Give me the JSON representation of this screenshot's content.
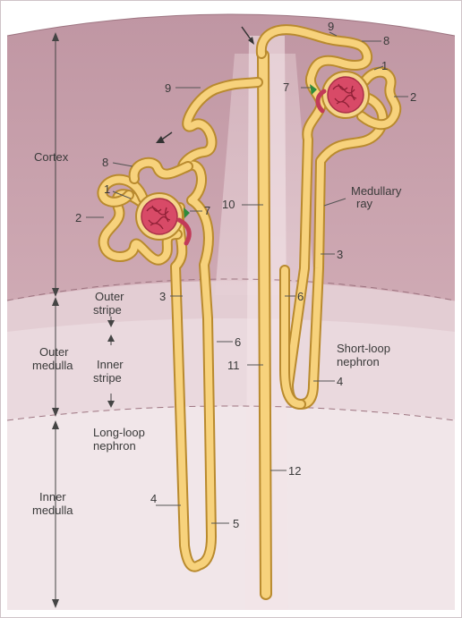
{
  "regions": {
    "cortex": "Cortex",
    "outer_medulla": "Outer\nmedulla",
    "inner_medulla": "Inner\nmedulla",
    "outer_stripe": "Outer\nstripe",
    "inner_stripe": "Inner\nstripe"
  },
  "structures": {
    "medullary_ray": "Medullary\nray",
    "short_loop": "Short-loop\nnephron",
    "long_loop": "Long-loop\nnephron"
  },
  "numbers": {
    "n1": "1",
    "n2": "2",
    "n3": "3",
    "n4": "4",
    "n5": "5",
    "n6": "6",
    "n7": "7",
    "n8": "8",
    "n9": "9",
    "n10": "10",
    "n11": "11",
    "n12": "12"
  },
  "colors": {
    "cortex": "#c9a3ae",
    "outer_stripe": "#e3cdd3",
    "inner_stripe": "#ead9de",
    "inner_medulla": "#f1e6e9",
    "tubule": "#f7d27c",
    "tubule_edge": "#b98a2e",
    "glomerulus": "#d84a67",
    "macula_densa": "#2e8b3c"
  }
}
